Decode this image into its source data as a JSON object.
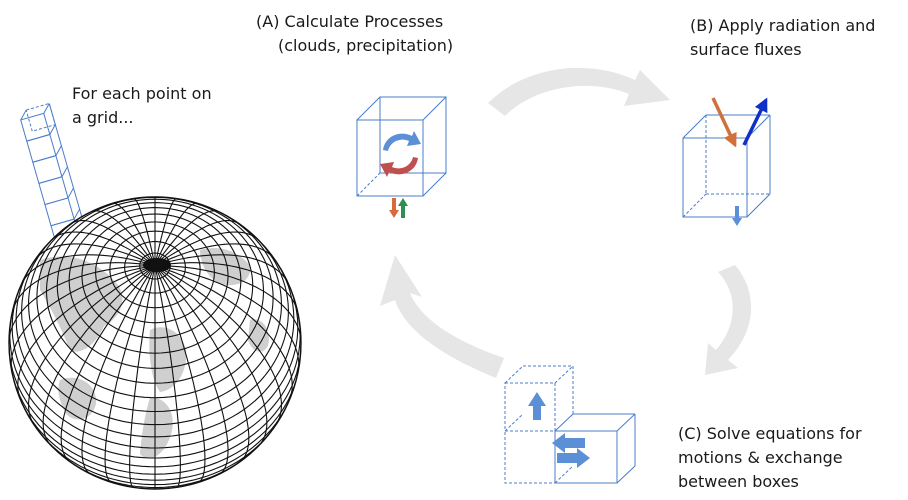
{
  "labels": {
    "grid": [
      "For each point on",
      "a grid..."
    ],
    "step_a": [
      "(A) Calculate Processes",
      "(clouds, precipitation)"
    ],
    "step_b": [
      "(B) Apply radiation and",
      "surface fluxes"
    ],
    "step_c": [
      "(C) Solve equations for",
      "motions & exchange",
      "between boxes"
    ]
  },
  "colors": {
    "box_edge": "#4a7cc9",
    "cycle_arrow": "#e6e6e6",
    "globe_line": "#111111",
    "land": "#cfcfcf",
    "warm_arrow": "#d96a3a",
    "cold_arrow": "#2f8f4e",
    "ray_in": "#d0703c",
    "ray_out": "#1030c8",
    "flow_arrow": "#5b8fd6",
    "circ_blue": "#5b8fd6",
    "circ_red": "#c0504d"
  },
  "icons": [
    "cycle-arrow",
    "rising-arrow",
    "exchange-arrow",
    "circulation-arrow",
    "radiation-arrow"
  ]
}
